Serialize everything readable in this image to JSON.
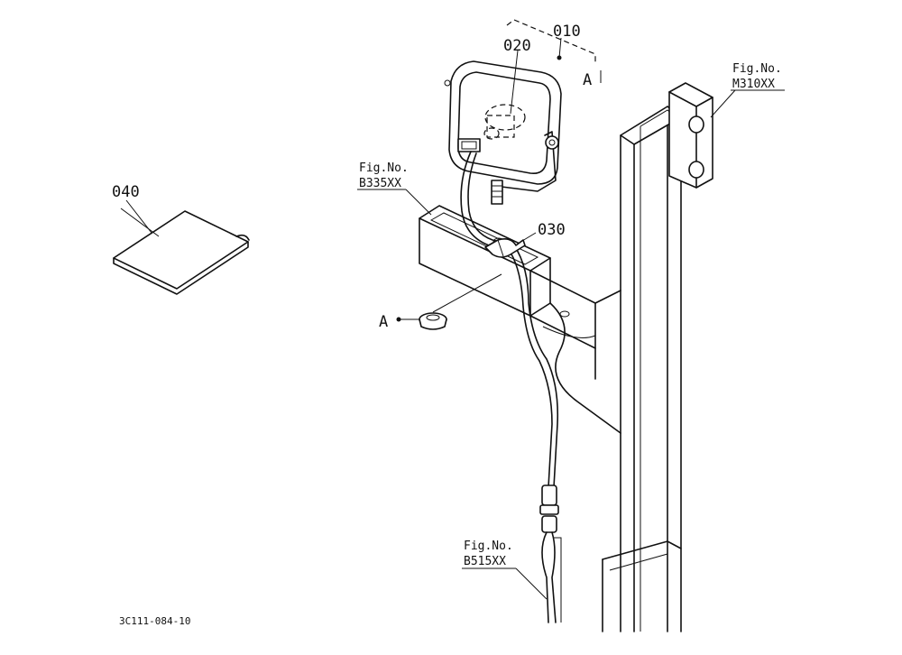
{
  "callouts": {
    "p010": "010",
    "p020": "020",
    "p030": "030",
    "p040": "040",
    "ref_a_top": "A",
    "ref_a_left": "A"
  },
  "figure_refs": {
    "m310": {
      "line1": "Fig.No.",
      "line2": "M310XX"
    },
    "b335": {
      "line1": "Fig.No.",
      "line2": "B335XX"
    },
    "b515": {
      "line1": "Fig.No.",
      "line2": "B515XX"
    }
  },
  "drawing_code": "3C111-084-10"
}
